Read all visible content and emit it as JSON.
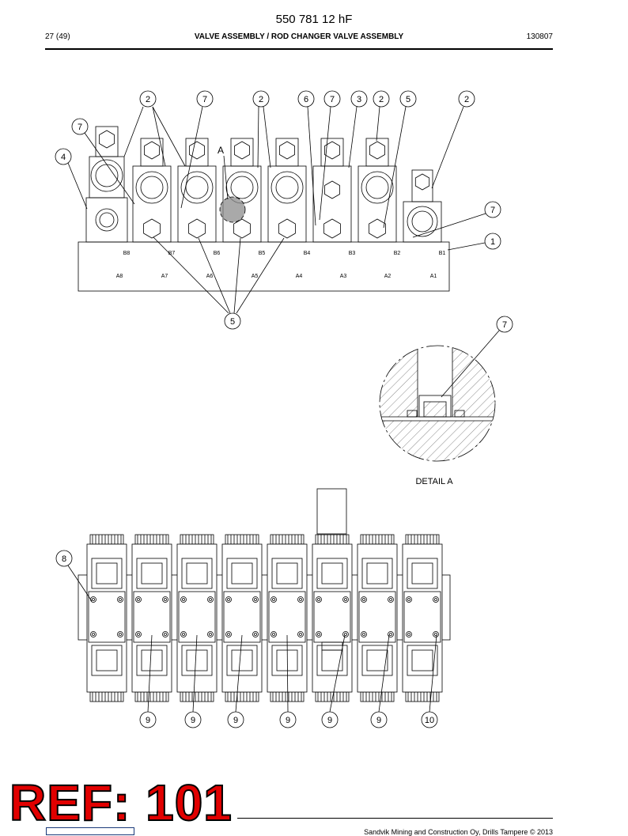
{
  "header": {
    "doc_number": "550 781 12 hF",
    "page": "27 (49)",
    "title": "VALVE ASSEMBLY / ROD CHANGER VALVE ASSEMBLY",
    "date": "130807"
  },
  "drawing": {
    "top_view_ports_b": [
      "B8",
      "B7",
      "B6",
      "B5",
      "B4",
      "B3",
      "B2",
      "B1"
    ],
    "top_view_ports_a": [
      "A8",
      "A7",
      "A6",
      "A5",
      "A4",
      "A3",
      "A2",
      "A1"
    ],
    "top_callouts": [
      "2",
      "7",
      "2",
      "6",
      "7",
      "3",
      "2",
      "5",
      "2"
    ],
    "side_callouts": [
      "7",
      "4",
      "7",
      "1"
    ],
    "bottom_callout_5": "5",
    "detail_marker": "A",
    "detail_callout": "7",
    "detail_caption": "DETAIL A",
    "lower_callout_8": "8",
    "lower_callouts": [
      "9",
      "9",
      "9",
      "9",
      "9",
      "9",
      "10"
    ]
  },
  "stamp": {
    "text": "REF: 101",
    "color": "#e10000"
  },
  "footer": {
    "copyright": "Sandvik Mining and Construction Oy, Drills Tampere © 2013"
  }
}
